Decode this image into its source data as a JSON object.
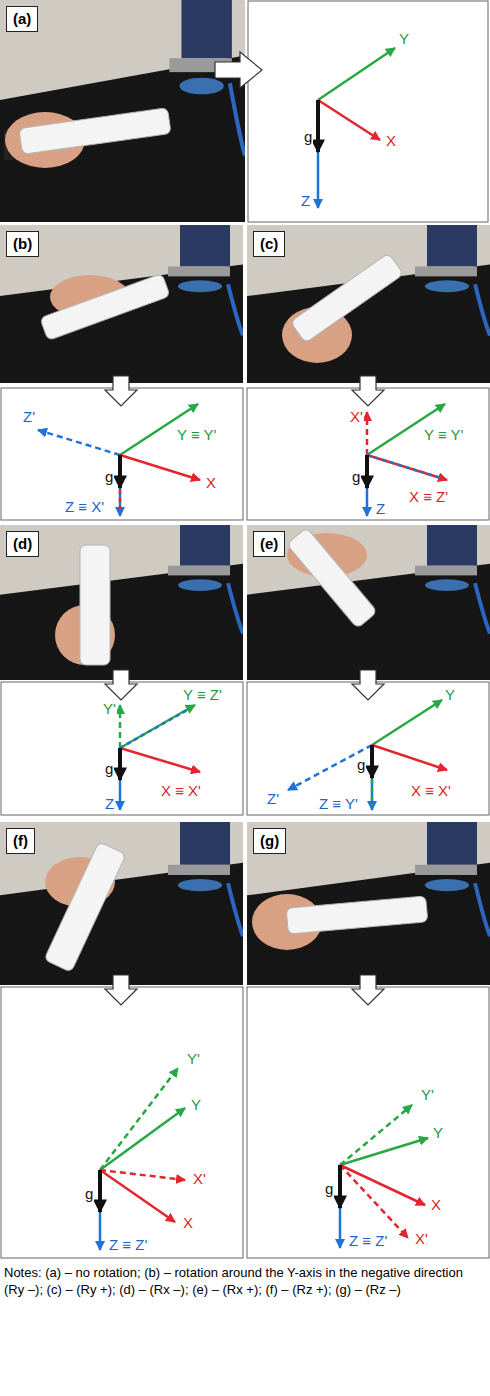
{
  "diagram": {
    "caption": "Notes: (a) – no rotation; (b) – rotation around the Y-axis in the negative direction (Ry –); (c) – (Ry +); (d) – (Rx –); (e) – (Rx +); (f) – (Rz +); (g) – (Rz –)",
    "nodes": [
      {
        "text": [
          "(a)"
        ]
      },
      {
        "text": [
          "(b)"
        ]
      },
      {
        "text": [
          "(c)"
        ]
      },
      {
        "text": [
          "(d)"
        ]
      },
      {
        "text": [
          "(e)"
        ]
      },
      {
        "text": [
          "(f)"
        ]
      },
      {
        "text": [
          "(g)"
        ]
      }
    ],
    "labels": [
      "Y",
      "X",
      "g",
      "Z",
      "Z'",
      "Y ≡ Y'",
      "g",
      "X",
      "Z ≡ X'",
      "X'",
      "Y ≡ Y'",
      "g",
      "X ≡ Z'",
      "Z",
      "Y'",
      "Y ≡ Z'",
      "g",
      "X ≡ X'",
      "Z",
      "Y",
      "Z'",
      "g",
      "X ≡ X'",
      "Z ≡ Y'",
      "Y'",
      "Y",
      "X'",
      "g",
      "X",
      "Z ≡ Z'",
      "Y'",
      "Y",
      "g",
      "X",
      "X'",
      "Z ≡ Z'"
    ]
  }
}
